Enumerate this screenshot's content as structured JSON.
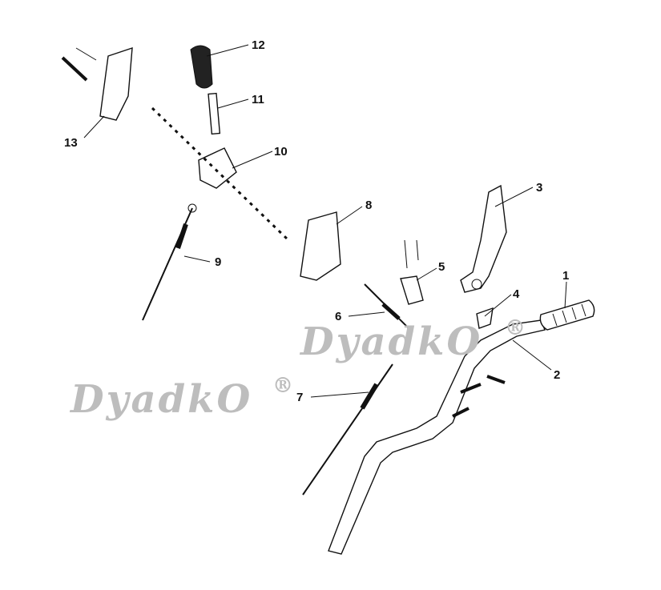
{
  "watermark": {
    "text": "DyadkO",
    "mark": "®"
  },
  "callouts": [
    {
      "id": "1",
      "label": "1"
    },
    {
      "id": "2",
      "label": "2"
    },
    {
      "id": "3",
      "label": "3"
    },
    {
      "id": "4",
      "label": "4"
    },
    {
      "id": "5",
      "label": "5"
    },
    {
      "id": "6",
      "label": "6"
    },
    {
      "id": "7",
      "label": "7"
    },
    {
      "id": "8",
      "label": "8"
    },
    {
      "id": "9",
      "label": "9"
    },
    {
      "id": "10",
      "label": "10"
    },
    {
      "id": "11",
      "label": "11"
    },
    {
      "id": "12",
      "label": "12"
    },
    {
      "id": "13",
      "label": "13"
    }
  ]
}
